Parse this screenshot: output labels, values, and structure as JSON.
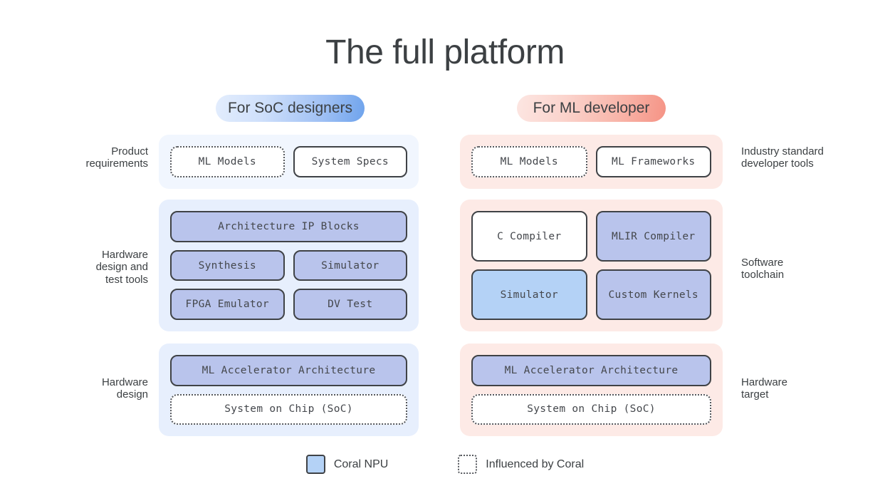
{
  "title": "The full platform",
  "audiences": {
    "left": {
      "label": "For SoC designers",
      "accent": "#6ea3ec"
    },
    "right": {
      "label": "For ML developer",
      "accent": "#f59385"
    }
  },
  "row_labels": {
    "left": [
      "Product\nrequirements",
      "Hardware\ndesign and\ntest tools",
      "Hardware\ndesign"
    ],
    "right": [
      "Industry standard\ndeveloper tools",
      "Software\ntoolchain",
      "Hardware\ntarget"
    ]
  },
  "columns": {
    "soc": {
      "panels": [
        {
          "panel_color": "#f1f6fe",
          "rows": [
            [
              {
                "label": "ML Models",
                "style": "dotted"
              },
              {
                "label": "System Specs",
                "style": "solid"
              }
            ]
          ]
        },
        {
          "panel_color": "#e7effd",
          "rows": [
            [
              {
                "label": "Architecture IP Blocks",
                "style": "npu"
              }
            ],
            [
              {
                "label": "Synthesis",
                "style": "npu"
              },
              {
                "label": "Simulator",
                "style": "npu"
              }
            ],
            [
              {
                "label": "FPGA Emulator",
                "style": "npu"
              },
              {
                "label": "DV Test",
                "style": "npu"
              }
            ]
          ]
        },
        {
          "panel_color": "#e7effd",
          "rows": [
            [
              {
                "label": "ML Accelerator Architecture",
                "style": "npu"
              }
            ],
            [
              {
                "label": "System on Chip (SoC)",
                "style": "dotted"
              }
            ]
          ]
        }
      ]
    },
    "ml": {
      "panels": [
        {
          "panel_color": "#fdeae6",
          "rows": [
            [
              {
                "label": "ML Models",
                "style": "dotted"
              },
              {
                "label": "ML Frameworks",
                "style": "solid"
              }
            ]
          ]
        },
        {
          "panel_color": "#fdeae6",
          "rows": [
            [
              {
                "label": "C Compiler",
                "style": "solid"
              },
              {
                "label": "MLIR Compiler",
                "style": "npu"
              }
            ],
            [
              {
                "label": "Simulator",
                "style": "npu-light"
              },
              {
                "label": "Custom Kernels",
                "style": "npu"
              }
            ]
          ]
        },
        {
          "panel_color": "#fdeae6",
          "rows": [
            [
              {
                "label": "ML Accelerator Architecture",
                "style": "npu"
              }
            ],
            [
              {
                "label": "System on Chip (SoC)",
                "style": "dotted"
              }
            ]
          ]
        }
      ]
    }
  },
  "legend": [
    {
      "label": "Coral NPU",
      "swatch": "npu",
      "color": "#b4d2f6"
    },
    {
      "label": "Influenced by Coral",
      "swatch": "dotted",
      "color": "#ffffff"
    }
  ]
}
